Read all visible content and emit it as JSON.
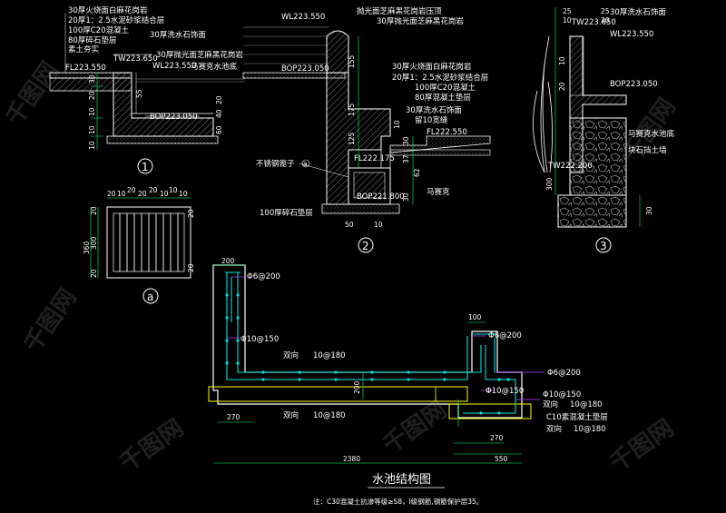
{
  "title": "水池结构图",
  "note": "注：C30混凝土抗渗等级≥S8，Ⅰ级钢筋,钢筋保护层35。",
  "watermark": "千图网",
  "colors": {
    "background": "#000000",
    "structure": "#ffffff",
    "rebar": "#00e0e0",
    "dimension": "#00ff66",
    "hatch": "#c8c8c8",
    "accent": "#ffff00",
    "leader": "#c040ff"
  },
  "detail1": {
    "number": "1",
    "labels": [
      "30厚火烧面白麻花岗岩",
      "20厚1：2.5水泥砂浆结合层",
      "100厚C20混凝土",
      "80厚碎石垫层",
      "素土夯实",
      "30厚洗水石饰面",
      "30厚抛光面芝麻黑花岗岩",
      "马赛克水池底",
      "FL223.550",
      "TW223.650",
      "WL223.550",
      "BOP223.050"
    ],
    "dims": [
      "55",
      "10",
      "10",
      "10",
      "20",
      "30",
      "60",
      "40",
      "20"
    ]
  },
  "detail2": {
    "number": "2",
    "labels": [
      "抛光面芝麻黑花岗岩压顶",
      "30厚抛光面芝麻黑花岗岩",
      "30厚火烧面白麻花岗岩",
      "20厚1：2.5水泥砂浆结合层",
      "100厚C20混凝土",
      "80厚混凝土垫层",
      "30厚洗水石饰面",
      "留10宽缝",
      "不锈钢篦子",
      "马赛克",
      "100厚碎石垫层",
      "WL223.550",
      "BOP223.050",
      "FL222.550",
      "FL222.175",
      "BOP221.800"
    ],
    "dims": [
      "175",
      "125",
      "155",
      "30",
      "37",
      "62",
      "30",
      "10",
      "50",
      "10"
    ],
    "callout": "a"
  },
  "detail3": {
    "number": "3",
    "labels": [
      "30厚洗水石饰面",
      "TW223.650",
      "WL223.550",
      "BOP223.050",
      "马赛克水池底",
      "块石挡土墙",
      "TW222.200"
    ],
    "dims": [
      "25",
      "10",
      "25",
      "30",
      "10",
      "20",
      "300",
      "30"
    ]
  },
  "detail_a": {
    "label": "a",
    "dims": [
      "20",
      "10",
      "20",
      "20",
      "20",
      "10",
      "10",
      "10",
      "20",
      "20",
      "300",
      "360",
      "20",
      "20"
    ]
  },
  "structure": {
    "rebar_labels": [
      "Φ6@200",
      "Φ10@150",
      "双向",
      "10@180",
      "双向",
      "10@180",
      "Φ6@200",
      "Φ6@200",
      "Φ10@150",
      "Φ10@150",
      "双向",
      "10@180",
      "C10素混凝土垫层",
      "双向",
      "10@180"
    ],
    "dims": [
      "200",
      "100",
      "200",
      "270",
      "270",
      "550",
      "2380"
    ]
  }
}
